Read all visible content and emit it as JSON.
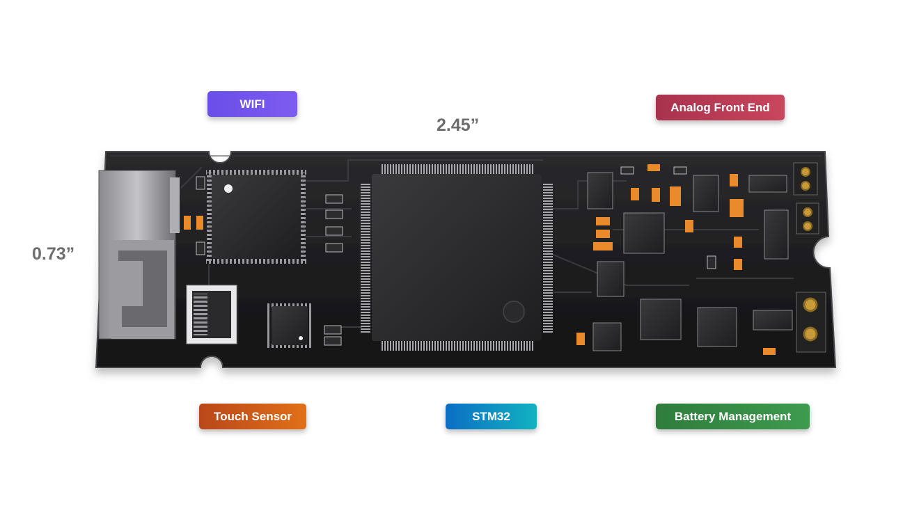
{
  "labels": {
    "wifi": "WIFI",
    "analog_front_end": "Analog Front End",
    "touch_sensor": "Touch Sensor",
    "stm32": "STM32",
    "battery_management": "Battery Management"
  },
  "dimensions": {
    "length": "2.45”",
    "height": "0.73”"
  },
  "colors": {
    "board": "#1c1c1e",
    "wifi": "#6a4ee8",
    "analog_front_end": "#b63a53",
    "touch_sensor": "#d05c19",
    "stm32": "#0f90c2",
    "battery_management": "#358a45",
    "dimension_text": "#6d6d6d"
  }
}
